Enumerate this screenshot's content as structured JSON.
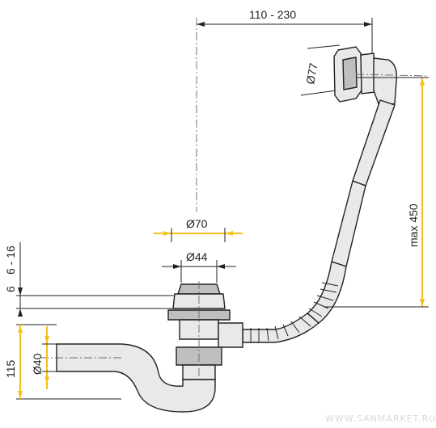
{
  "dimensions": {
    "horizontal_offset": "110 - 230",
    "overflow_diameter": "Ø77",
    "max_height": "max 450",
    "outer_diameter": "Ø70",
    "inner_diameter": "Ø44",
    "left_range": "6 - 16",
    "left_small": "6",
    "height": "115",
    "pipe_diameter": "Ø40"
  },
  "watermark": "WWW.SANMARKET.RU",
  "colors": {
    "accent": "#f2c21b",
    "line": "#222222"
  }
}
